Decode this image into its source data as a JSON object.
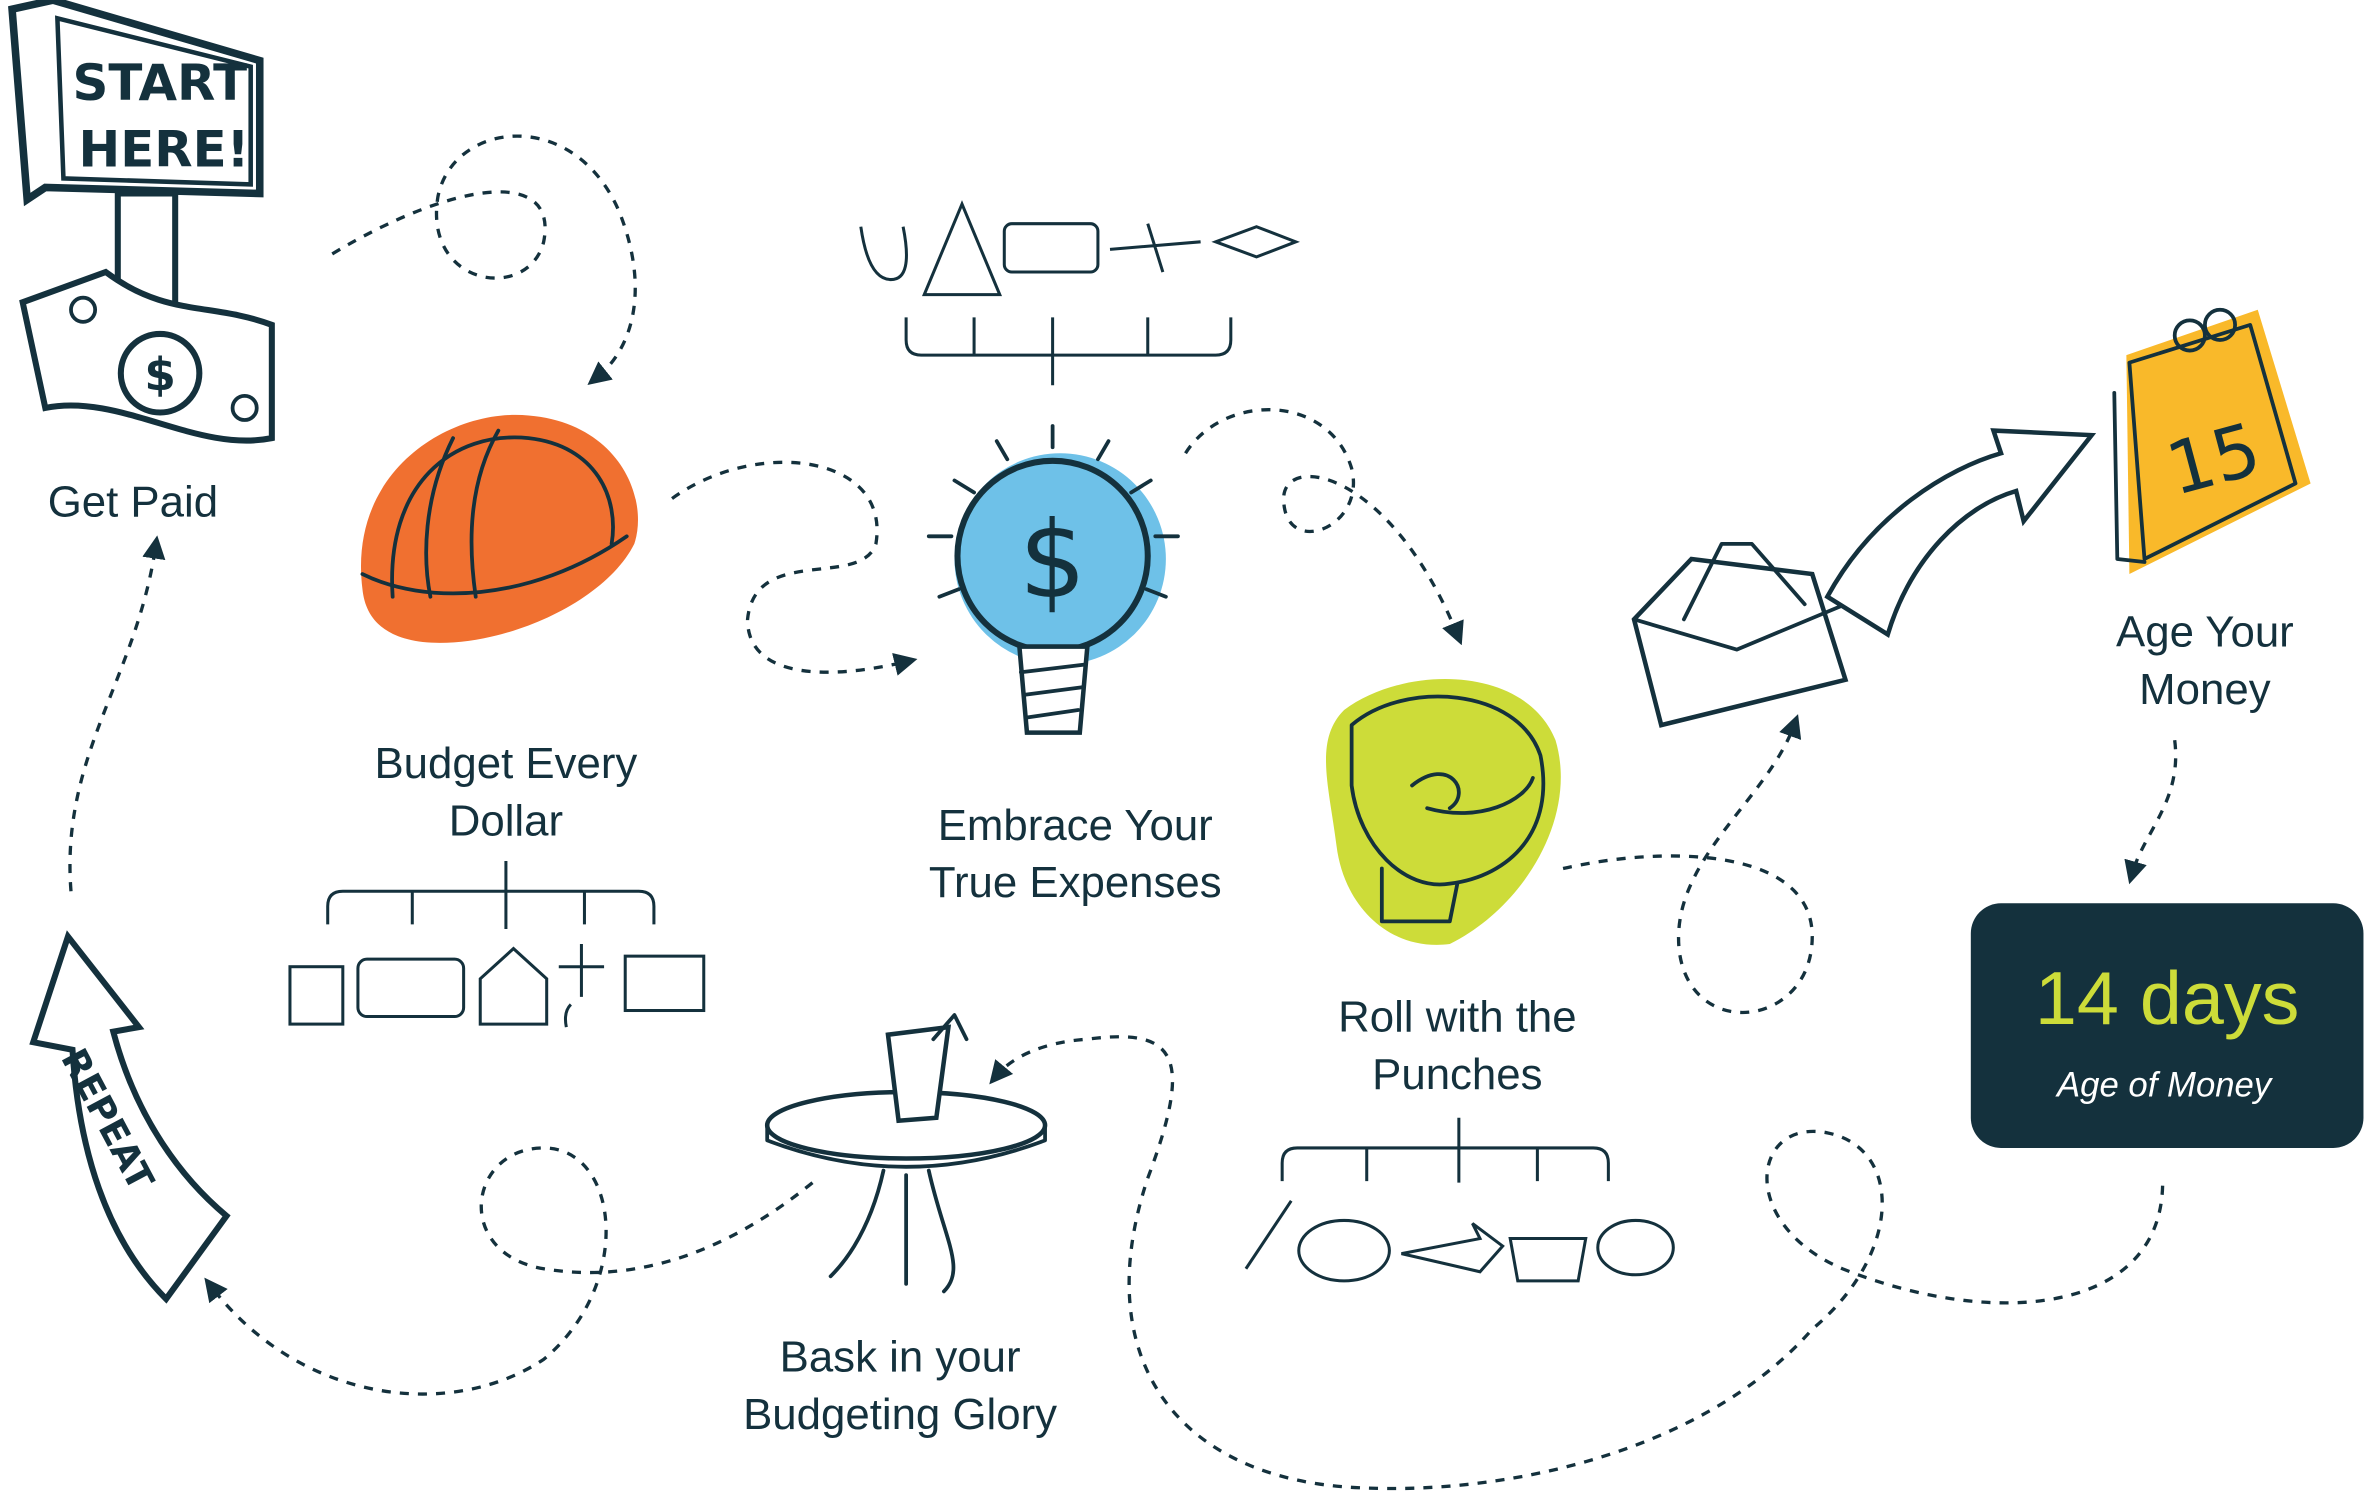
{
  "start_sign": {
    "line1": "START",
    "line2": "HERE!"
  },
  "repeat_arrow": {
    "label": "REPEAT"
  },
  "steps": [
    {
      "label": "Get Paid"
    },
    {
      "label_line1": "Budget Every",
      "label_line2": "Dollar"
    },
    {
      "label_line1": "Embrace Your",
      "label_line2": "True Expenses"
    },
    {
      "label_line1": "Roll with the",
      "label_line2": "Punches"
    },
    {
      "label_line1": "Age Your",
      "label_line2": "Money"
    },
    {
      "label_line1": "Bask in your",
      "label_line2": "Budgeting Glory"
    }
  ],
  "age_of_money": {
    "value": "14 days",
    "caption": "Age of Money"
  },
  "colors": {
    "dark": "#14313d",
    "orange": "#f07030",
    "blue": "#6ec1e8",
    "green": "#cddc39",
    "yellow": "#f9b92a"
  }
}
